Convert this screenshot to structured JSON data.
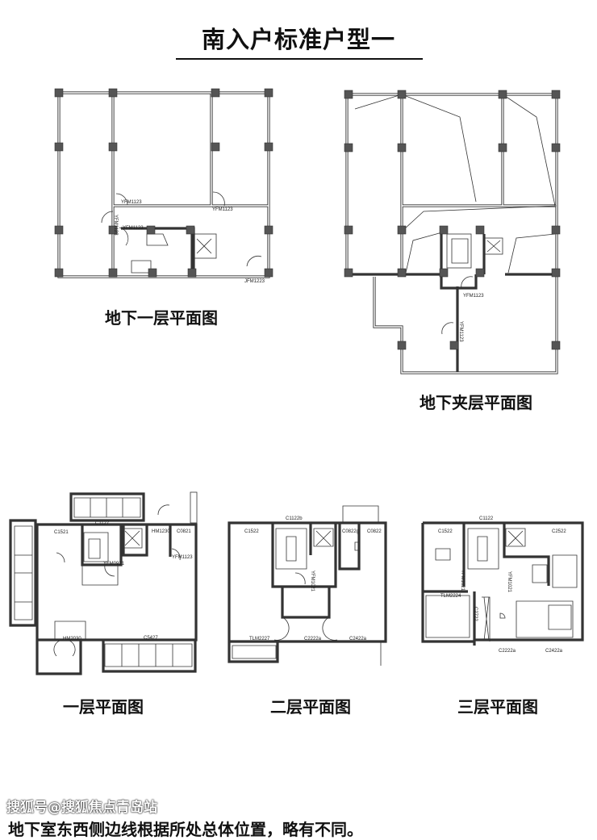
{
  "title": "南入户标准户型一",
  "plans": [
    {
      "label": "地下一层平面图",
      "tags": [
        "YFM1123",
        "YFM1123",
        "YFM1123",
        "YFM1123",
        "JFM1223"
      ]
    },
    {
      "label": "地下夹层平面图",
      "tags": [
        "YFM1123",
        "YFM1123"
      ]
    },
    {
      "label": "一层平面图",
      "tags": [
        "C1521",
        "C1127",
        "HM1230",
        "C0821",
        "YFM1123",
        "YFM0921",
        "HM2030",
        "C5427"
      ]
    },
    {
      "label": "二层平面图",
      "tags": [
        "C1122b",
        "C1522",
        "C0822g",
        "C0822",
        "YFM1021",
        "TLM2227",
        "C2222a",
        "C2422a"
      ]
    },
    {
      "label": "三层平面图",
      "tags": [
        "C1122",
        "C1522",
        "C2522",
        "TLM2224",
        "YFM1021",
        "YFM1021",
        "C2722",
        "C2222a",
        "C2422a"
      ]
    }
  ],
  "footer": "地下室东西侧边线根据所处总体位置，略有不同。",
  "watermark": "搜狐号@搜狐焦点青岛站"
}
